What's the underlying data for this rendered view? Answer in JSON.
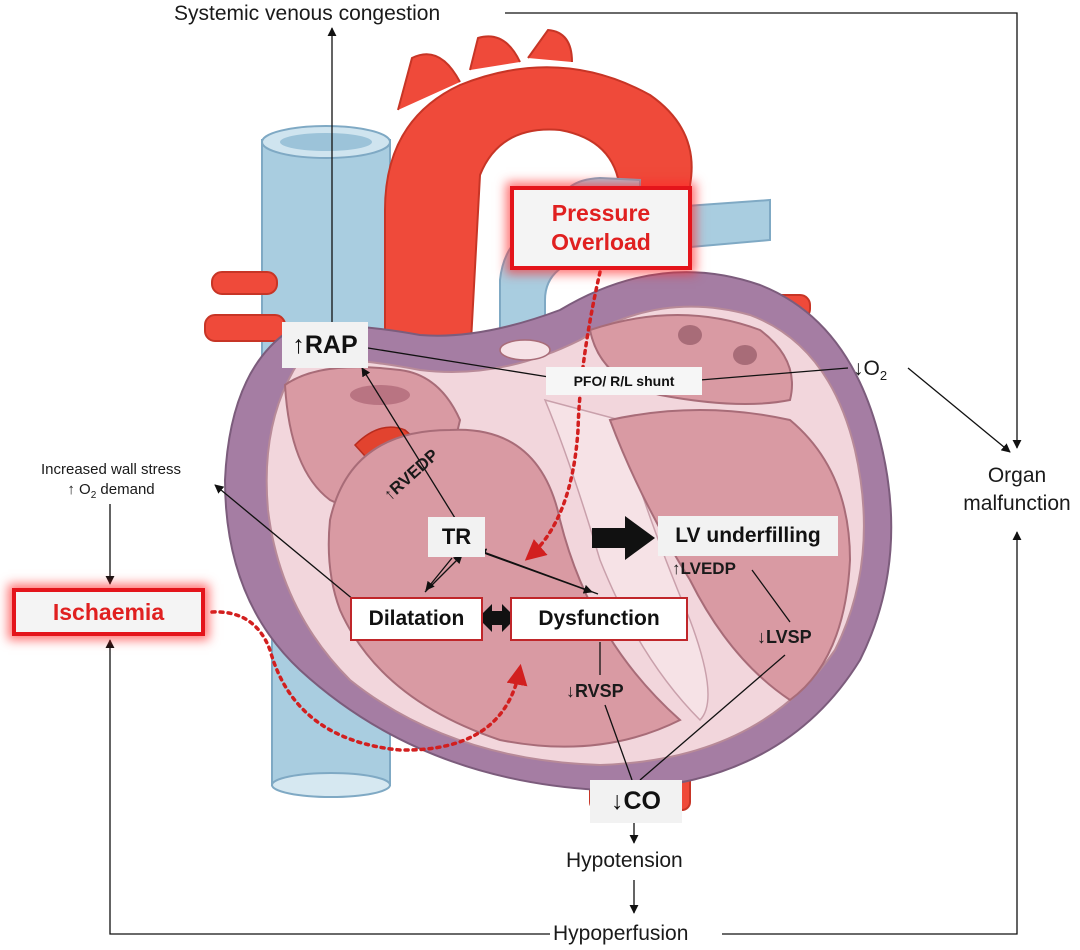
{
  "labels": {
    "systemic_venous_congestion": "Systemic venous congestion",
    "pressure_overload_line1": "Pressure",
    "pressure_overload_line2": "Overload",
    "rap": "↑RAP",
    "pfo_shunt": "PFO/ R/L shunt",
    "o2_down": "↓O",
    "o2_sub": "2",
    "organ_malfunction_line1": "Organ",
    "organ_malfunction_line2": "malfunction",
    "wall_stress_line1": "Increased  wall stress",
    "o2_demand_prefix": "↑ O",
    "o2_demand_sub": "2",
    "o2_demand_suffix": " demand",
    "ischaemia": "Ischaemia",
    "rvedp": "↑RVEDP",
    "tr": "TR",
    "lv_underfilling": "LV underfilling",
    "lvedp": "↑LVEDP",
    "dilatation": "Dilatation",
    "dysfunction": "Dysfunction",
    "lvsp": "↓LVSP",
    "rvsp": "↓RVSP",
    "co": "↓CO",
    "hypotension": "Hypotension",
    "hypoperfusion": "Hypoperfusion"
  },
  "colors": {
    "ischaemia_red": "#e4141b",
    "arrow": "#111111",
    "dotted_arrow": "#d21f1f",
    "vein_blue": "#a9cde0",
    "artery_red": "#ef4a3a",
    "myocardium_pink": "#d99aa3",
    "atrium_purple": "#a57da3"
  },
  "icons": {
    "double_arrow": "double-headed-arrow-icon",
    "block_arrow": "block-arrow-right-icon"
  }
}
